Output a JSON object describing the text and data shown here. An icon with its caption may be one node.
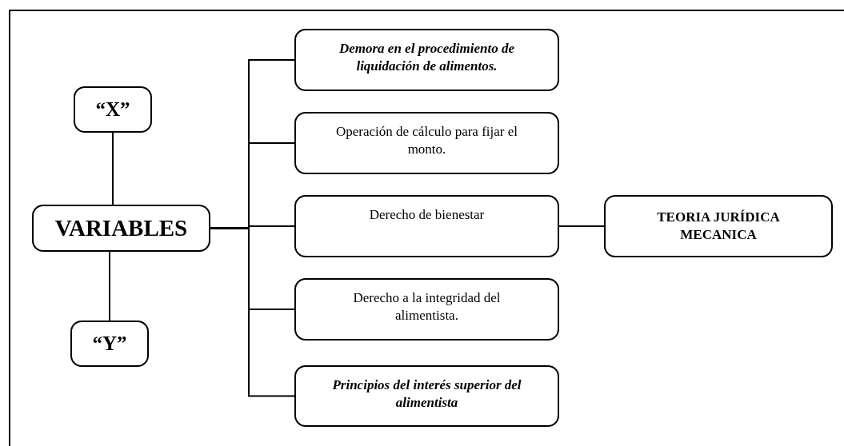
{
  "diagram": {
    "nodes": [
      {
        "text": [
          "“X”"
        ]
      },
      {
        "text": [
          "VARIABLES"
        ]
      },
      {
        "text": [
          "“Y”"
        ]
      },
      {
        "text": [
          "Demora en el procedimiento de liquidación de alimentos."
        ]
      },
      {
        "text": [
          "Operación de cálculo para fijar el monto."
        ]
      },
      {
        "text": [
          "Derecho de bienestar"
        ]
      },
      {
        "text": [
          "Derecho a la integridad del alimentista."
        ]
      },
      {
        "text": [
          "Principios del interés superior del alimentista"
        ]
      },
      {
        "text": [
          "TEORIA JURÍDICA MECANICA"
        ]
      }
    ],
    "edges": [
      {
        "from": 1,
        "to": 0,
        "arrow": "none"
      },
      {
        "from": 1,
        "to": 2,
        "arrow": "none"
      },
      {
        "from": 1,
        "to": 3,
        "arrow": "none"
      },
      {
        "from": 1,
        "to": 4,
        "arrow": "none"
      },
      {
        "from": 1,
        "to": 5,
        "arrow": "none"
      },
      {
        "from": 1,
        "to": 6,
        "arrow": "none"
      },
      {
        "from": 1,
        "to": 7,
        "arrow": "none"
      },
      {
        "from": 5,
        "to": 8,
        "arrow": "none"
      }
    ]
  }
}
